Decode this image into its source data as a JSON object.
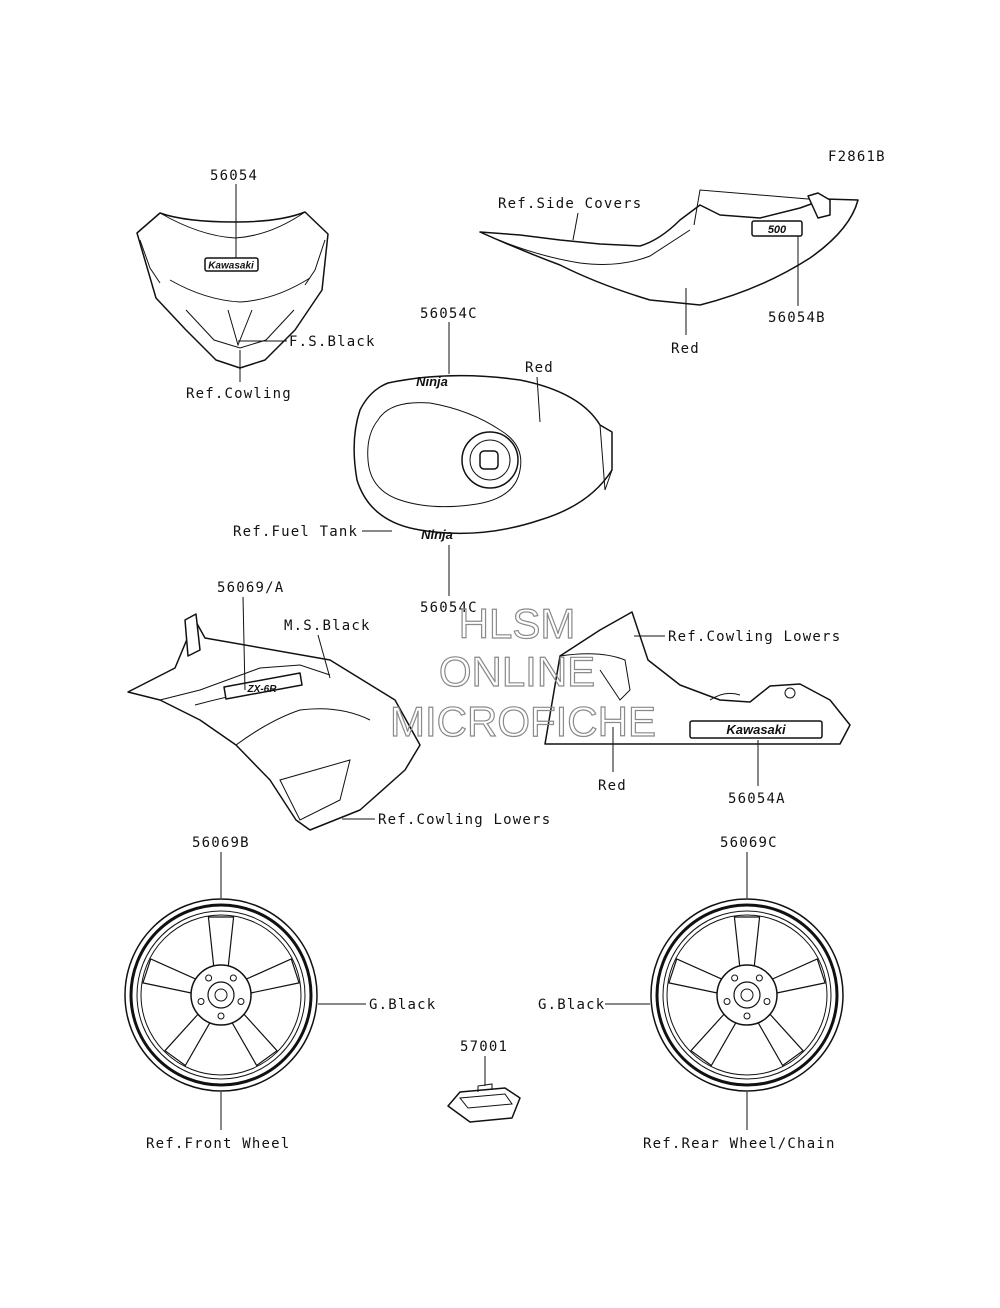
{
  "figure_code": "F2861B",
  "watermark": {
    "line1": "HLSM",
    "line2": "ONLINE",
    "line3": "MICROFICHE"
  },
  "decals": {
    "windshield_text": "Kawasaki",
    "lower_cowl_text": "Kawasaki",
    "tail_text": "500",
    "tank_text_top": "Ninja",
    "tank_text_bottom": "Ninja",
    "side_cowl_text": "ZX-6R"
  },
  "labels": {
    "upper_cowl_part": "56054",
    "fs_black": "F.S.Black",
    "ref_cowling": "Ref.Cowling",
    "ref_side_covers": "Ref.Side Covers",
    "tail_part": "56054B",
    "tail_red": "Red",
    "tank_part_top": "56054C",
    "tank_red": "Red",
    "ref_fuel_tank": "Ref.Fuel Tank",
    "tank_part_bottom": "56054C",
    "middle_cowl_part": "56069/A",
    "ms_black": "M.S.Black",
    "ref_cowling_lowers_left": "Ref.Cowling Lowers",
    "ref_cowling_lowers_right": "Ref.Cowling Lowers",
    "lower_red": "Red",
    "lower_part": "56054A",
    "front_wheel_part": "56069B",
    "front_g_black": "G.Black",
    "ref_front_wheel": "Ref.Front Wheel",
    "rear_wheel_part": "56069C",
    "rear_g_black": "G.Black",
    "ref_rear_wheel": "Ref.Rear Wheel/Chain",
    "clip_part": "57001"
  }
}
